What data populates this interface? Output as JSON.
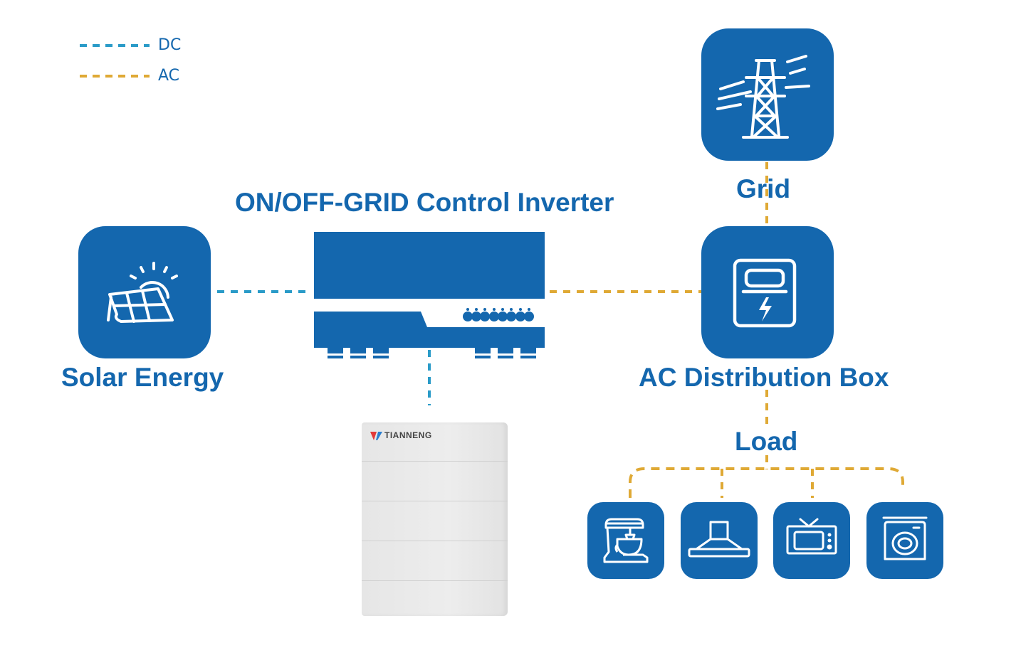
{
  "legend": {
    "items": [
      {
        "label": "DC",
        "color": "#2a9bc8",
        "style": "dashed"
      },
      {
        "label": "AC",
        "color": "#dfa935",
        "style": "dashed"
      }
    ]
  },
  "colors": {
    "brand_blue": "#1467ae",
    "dc_line": "#2a9bc8",
    "ac_line": "#dfa935"
  },
  "nodes": {
    "solar": {
      "label": "Solar Energy",
      "icon": "solar-panel-sun-icon"
    },
    "inverter": {
      "label": "ON/OFF-GRID Control Inverter",
      "icon": "inverter-icon"
    },
    "battery": {
      "brand": "TIANNENG",
      "icon": "battery-cabinet-icon"
    },
    "grid": {
      "label": "Grid",
      "icon": "transmission-tower-icon"
    },
    "distribution_box": {
      "label": "AC Distribution Box",
      "icon": "meter-box-icon"
    },
    "load": {
      "label": "Load",
      "appliances": [
        {
          "name": "stand-mixer",
          "icon": "stand-mixer-icon"
        },
        {
          "name": "range-hood",
          "icon": "range-hood-icon"
        },
        {
          "name": "tv-microwave",
          "icon": "tv-icon"
        },
        {
          "name": "washing-machine",
          "icon": "washing-machine-icon"
        }
      ]
    }
  },
  "connections": [
    {
      "from": "solar",
      "to": "inverter",
      "type": "DC"
    },
    {
      "from": "inverter",
      "to": "battery",
      "type": "DC"
    },
    {
      "from": "inverter",
      "to": "distribution_box",
      "type": "AC"
    },
    {
      "from": "grid",
      "to": "distribution_box",
      "type": "AC"
    },
    {
      "from": "distribution_box",
      "to": "load",
      "type": "AC"
    }
  ]
}
